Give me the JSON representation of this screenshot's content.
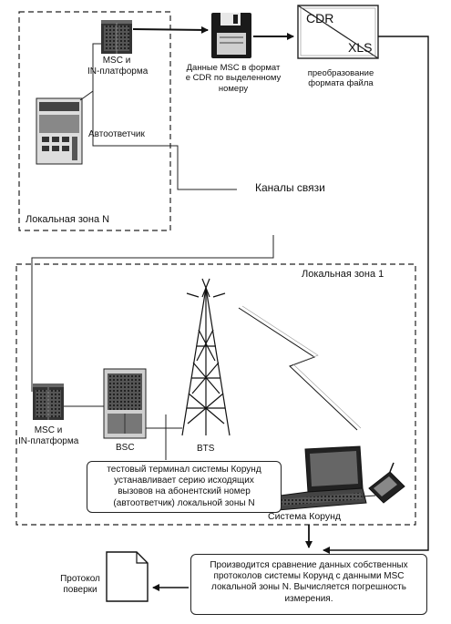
{
  "zone_n": {
    "title": "Локальная зона N",
    "msc_label_1": "MSC и",
    "msc_label_2": "IN-платформа",
    "answering_machine": "Автоответчик"
  },
  "cdr_data": {
    "line1": "Данные MSC в  формат",
    "line2": "е CDR  по выделенному",
    "line3": "номеру"
  },
  "converter": {
    "from_label": "CDR",
    "to_label": "XLS",
    "caption_1": "преобразование",
    "caption_2": "формата файла"
  },
  "channels": {
    "label": "Каналы связи"
  },
  "zone_1": {
    "title": "Локальная зона 1",
    "msc_label_1": "MSC и",
    "msc_label_2": "IN-платформа",
    "bsc_label": "BSC",
    "bts_label": "BTS",
    "korund_label": "Система Корунд",
    "test_note_1": "тестовый терминал системы Корунд",
    "test_note_2": "устанавливает серию исходящих",
    "test_note_3": "вызовов на абонентский номер",
    "test_note_4": "(автоответчик) локальной зоны N"
  },
  "comparison": {
    "line1": "Производится сравнение данных собственных",
    "line2": "протоколов системы Корунд с данными MSC",
    "line3": "локальной зоны N. Вычисляется погрешность",
    "line4": "измерения."
  },
  "protocol": {
    "line1": "Протокол",
    "line2": "поверки"
  }
}
